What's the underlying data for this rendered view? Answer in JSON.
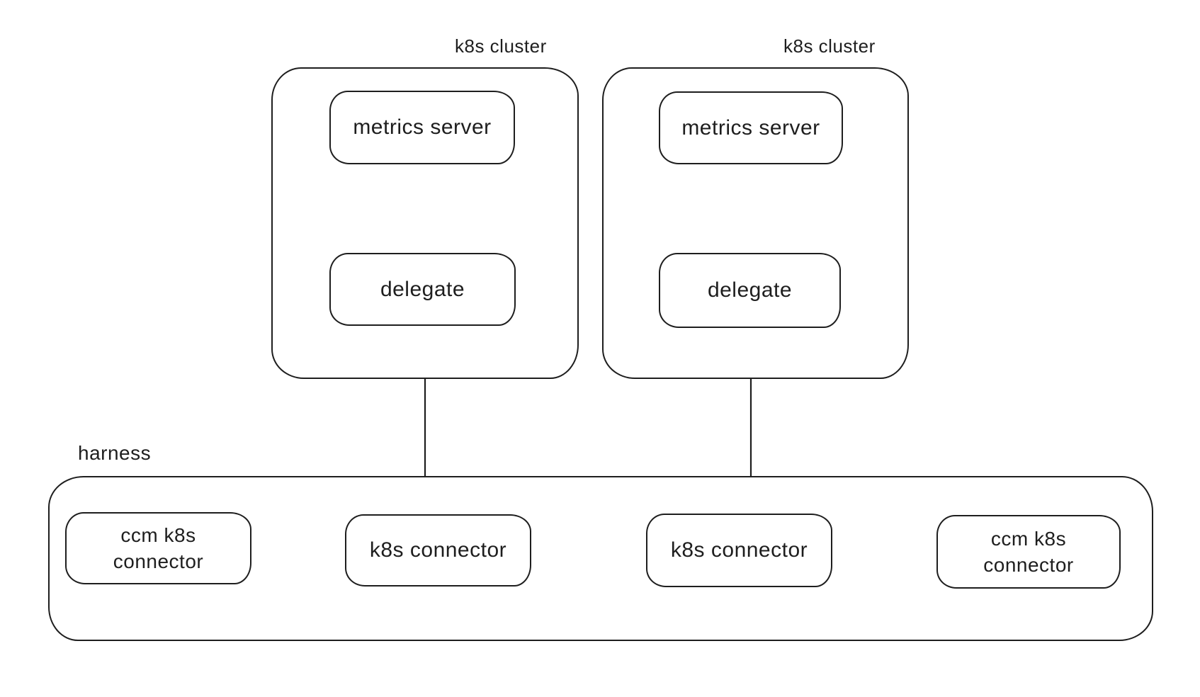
{
  "clusters": [
    {
      "label": "k8s cluster",
      "metrics_server": "metrics server",
      "delegate": "delegate"
    },
    {
      "label": "k8s cluster",
      "metrics_server": "metrics server",
      "delegate": "delegate"
    }
  ],
  "harness": {
    "label": "harness",
    "ccm_connector_left": "ccm k8s connector",
    "k8s_connector_left": "k8s connector",
    "k8s_connector_right": "k8s connector",
    "ccm_connector_right": "ccm k8s connector"
  },
  "arrows": [
    {
      "name": "delegate-to-metrics-left",
      "from": "delegate",
      "to": "metrics server",
      "direction": "up"
    },
    {
      "name": "connector-to-delegate-left",
      "from": "k8s connector",
      "to": "delegate",
      "direction": "up"
    },
    {
      "name": "delegate-to-metrics-right",
      "from": "delegate",
      "to": "metrics server",
      "direction": "up"
    },
    {
      "name": "connector-to-delegate-right",
      "from": "k8s connector",
      "to": "delegate",
      "direction": "up"
    },
    {
      "name": "ccm-to-connector-left",
      "from": "ccm k8s connector",
      "to": "k8s connector",
      "direction": "right"
    },
    {
      "name": "ccm-to-connector-right",
      "from": "ccm k8s connector",
      "to": "k8s connector",
      "direction": "left"
    }
  ],
  "colors": {
    "stroke": "#1e1e1e",
    "background": "#ffffff"
  }
}
